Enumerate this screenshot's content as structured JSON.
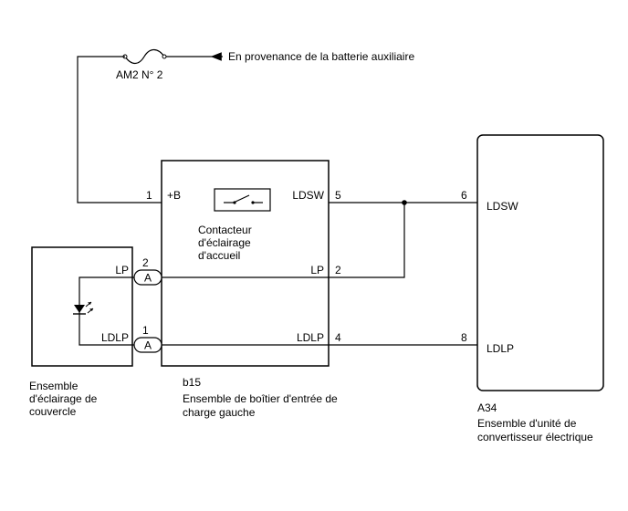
{
  "source": {
    "fuse": "AM2 N° 2",
    "label": "En provenance de la batterie auxiliaire"
  },
  "b15": {
    "code": "b15",
    "name_line1": "Ensemble de boîtier d'entrée de",
    "name_line2": "charge gauche",
    "switch_line1": "Contacteur",
    "switch_line2": "d'éclairage",
    "switch_line3": "d'accueil",
    "pins": {
      "p1_num": "1",
      "p1_name": "+B",
      "p5_name": "LDSW",
      "p5_num": "5",
      "p2_name": "LP",
      "p2_num": "2",
      "p4_name": "LDLP",
      "p4_num": "4"
    }
  },
  "lamp": {
    "name_line1": "Ensemble",
    "name_line2": "d'éclairage de",
    "name_line3": "couvercle",
    "pins": {
      "lp_name": "LP",
      "lp_num": "2",
      "ldlp_name": "LDLP",
      "ldlp_num": "1"
    }
  },
  "connector": {
    "letter": "A"
  },
  "a34": {
    "code": "A34",
    "name_line1": "Ensemble d'unité de",
    "name_line2": "convertisseur électrique",
    "pins": {
      "p6_num": "6",
      "p6_name": "LDSW",
      "p8_num": "8",
      "p8_name": "LDLP"
    }
  }
}
